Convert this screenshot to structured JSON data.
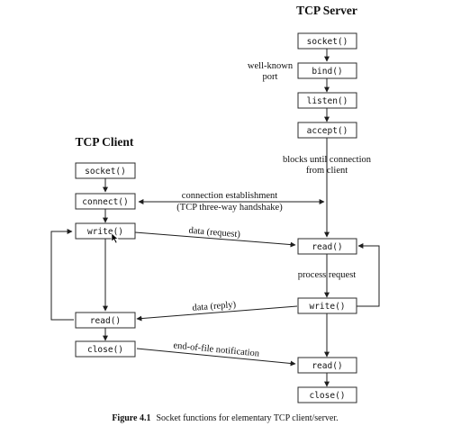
{
  "server": {
    "title": "TCP Server",
    "socket": "socket()",
    "bind": "bind()",
    "listen": "listen()",
    "accept": "accept()",
    "read": "read()",
    "write": "write()",
    "read2": "read()",
    "close": "close()",
    "wellknown_line1": "well-known",
    "wellknown_line2": "port",
    "blocks_line1": "blocks until connection",
    "blocks_line2": "from client",
    "process": "process request"
  },
  "client": {
    "title": "TCP Client",
    "socket": "socket()",
    "connect": "connect()",
    "write": "write()",
    "read": "read()",
    "close": "close()"
  },
  "arrows": {
    "conn_line1": "connection establishment",
    "conn_line2": "(TCP three-way handshake)",
    "request": "data (request)",
    "reply": "data (reply)",
    "eof": "end-of-file notification"
  },
  "caption": {
    "label": "Figure 4.1",
    "text": "Socket functions for elementary TCP client/server."
  }
}
